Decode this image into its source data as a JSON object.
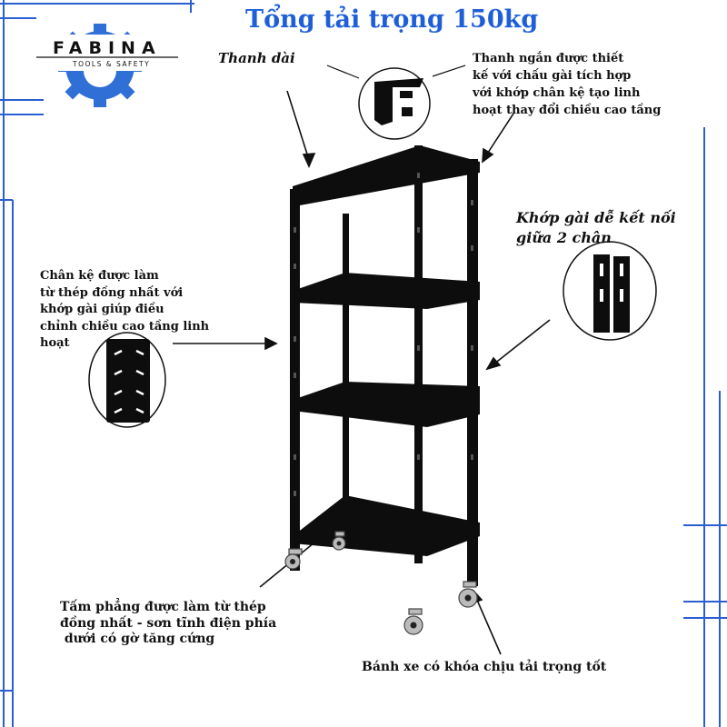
{
  "brand": {
    "name": "FABINA",
    "tagline": "TOOLS & SAFETY",
    "gear_color": "#2f6fd6"
  },
  "title": "Tổng tải trọng 150kg",
  "annotations": {
    "long_bar": "Thanh dài",
    "short_bar": [
      "Thanh ngắn được thiết",
      "kế với chấu gài tích hợp",
      "với khớp chân kệ tạo linh",
      "hoạt thay đổi chiều cao tầng"
    ],
    "joint": [
      "Khớp gài dễ kết nối",
      "giữa 2 chân"
    ],
    "leg": [
      "Chân kệ được làm",
      "từ thép đồng nhất với",
      "khớp gài giúp điều",
      "chỉnh chiều cao tầng linh",
      "hoạt"
    ],
    "panel": [
      "Tấm phẳng được làm từ thép",
      "đồng nhất - sơn tĩnh điện phía",
      " dưới có gờ tăng cứng"
    ],
    "wheel": "Bánh xe có khóa chịu tải trọng tốt"
  },
  "colors": {
    "title": "#1e5fd8",
    "frame_accent": "#2a5fd0",
    "product": "#0d0d0d"
  }
}
